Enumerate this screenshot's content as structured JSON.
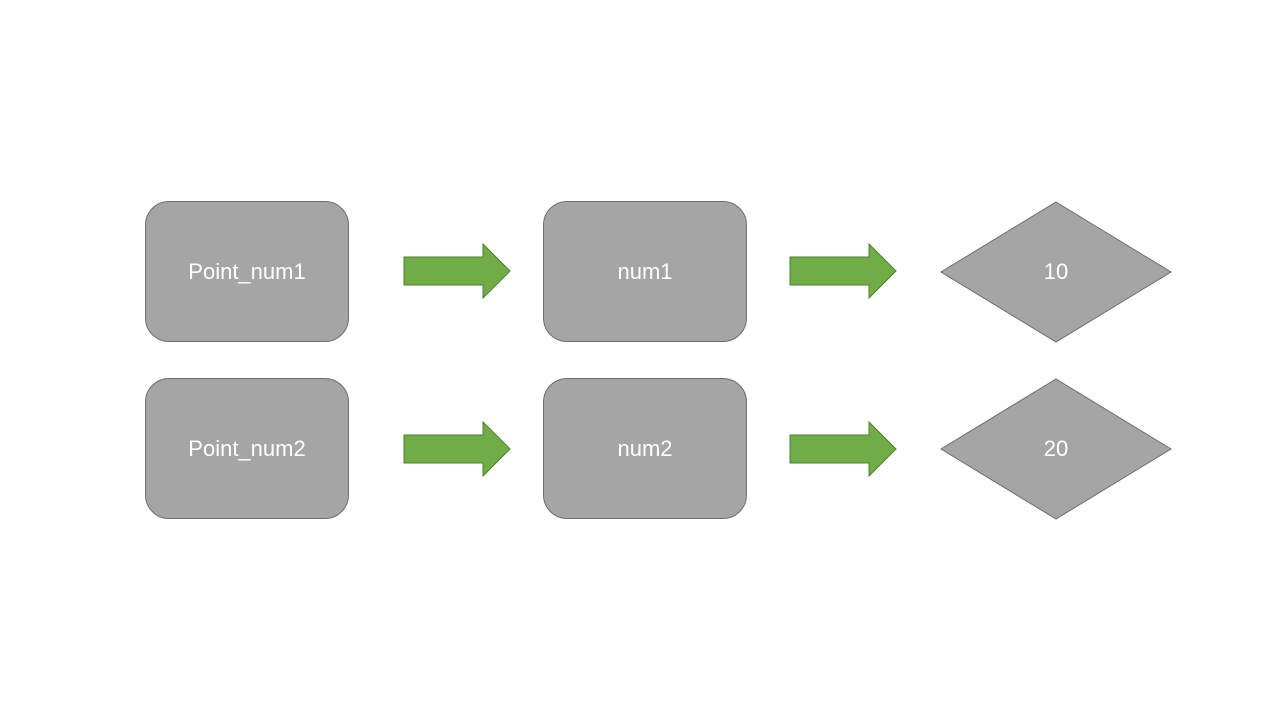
{
  "colors": {
    "node_fill": "#a5a5a5",
    "node_border": "#6e6e6e",
    "arrow_fill": "#70ad47",
    "arrow_border": "#507e32",
    "text": "#ffffff"
  },
  "rows": [
    {
      "pointer": "Point_num1",
      "variable": "num1",
      "value": "10"
    },
    {
      "pointer": "Point_num2",
      "variable": "num2",
      "value": "20"
    }
  ]
}
